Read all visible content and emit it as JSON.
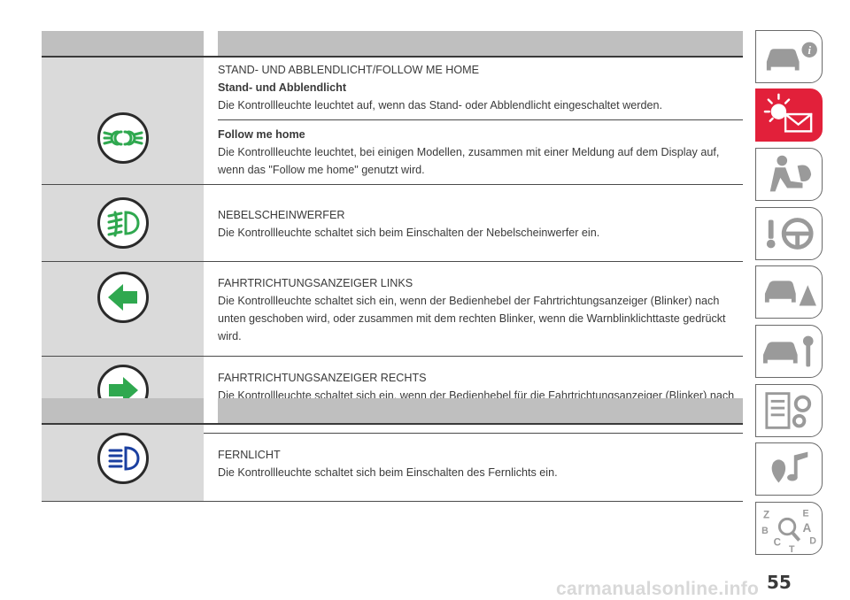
{
  "table1": {
    "rows": [
      {
        "title": "STAND- UND ABBLENDLICHT/FOLLOW ME HOME",
        "subtitle": "Stand- und Abblendlicht",
        "text": "Die Kontrollleuchte leuchtet auf, wenn das Stand- oder Abblendlicht eingeschaltet werden.",
        "sub2_title": "Follow me home",
        "sub2_text": "Die Kontrollleuchte leuchtet, bei einigen Modellen, zusammen mit einer Meldung auf dem Display auf, wenn das \"Follow me home\" genutzt wird.",
        "icon": "side-lights-icon",
        "icon_color": "#2fa84f"
      },
      {
        "title": "NEBELSCHEINWERFER",
        "text": "Die Kontrollleuchte schaltet sich beim Einschalten der Nebelscheinwerfer ein.",
        "icon": "fog-light-icon",
        "icon_color": "#2fa84f"
      },
      {
        "title": "FAHRTRICHTUNGSANZEIGER LINKS",
        "text": "Die Kontrollleuchte schaltet sich ein, wenn der Bedienhebel der Fahrtrichtungsanzeiger (Blinker) nach unten geschoben wird, oder zusammen mit dem rechten Blinker, wenn die Warnblinklichttaste gedrückt wird.",
        "icon": "arrow-left-icon",
        "icon_color": "#2fa84f"
      },
      {
        "title": "FAHRTRICHTUNGSANZEIGER RECHTS",
        "text": "Die Kontrollleuchte schaltet sich ein, wenn der Bedienhebel für die Fahrtrichtungsanzeiger (Blinker) nach oben geschoben wird oder, zusammen mit dem linken Blinker, wenn die Warnblinklichttaste gedrückt wird.",
        "icon": "arrow-right-icon",
        "icon_color": "#2fa84f"
      }
    ]
  },
  "table2": {
    "rows": [
      {
        "title": "FERNLICHT",
        "text": "Die Kontrollleuchte schaltet sich beim Einschalten des Fernlichts ein.",
        "icon": "high-beam-icon",
        "icon_color": "#1a3fa0"
      }
    ]
  },
  "side_tabs": [
    {
      "name": "car-info-tab",
      "icon": "car-info-icon",
      "active": false
    },
    {
      "name": "warning-lights-tab",
      "icon": "warning-light-envelope-icon",
      "active": true
    },
    {
      "name": "safety-tab",
      "icon": "seat-airbag-icon",
      "active": false
    },
    {
      "name": "driving-tab",
      "icon": "steering-wheel-icon",
      "active": false
    },
    {
      "name": "emergency-tab",
      "icon": "accident-icon",
      "active": false
    },
    {
      "name": "maintenance-tab",
      "icon": "car-wrench-icon",
      "active": false
    },
    {
      "name": "technical-data-tab",
      "icon": "list-gear-icon",
      "active": false
    },
    {
      "name": "multimedia-tab",
      "icon": "music-note-icon",
      "active": false
    },
    {
      "name": "index-tab",
      "icon": "alphabet-search-icon",
      "active": false
    }
  ],
  "page_number": "55",
  "watermark": "carmanualsonline.info",
  "colors": {
    "active_tab": "#e2203a",
    "header_gray": "#bfbfbf",
    "icon_cell_gray": "#dadada"
  }
}
